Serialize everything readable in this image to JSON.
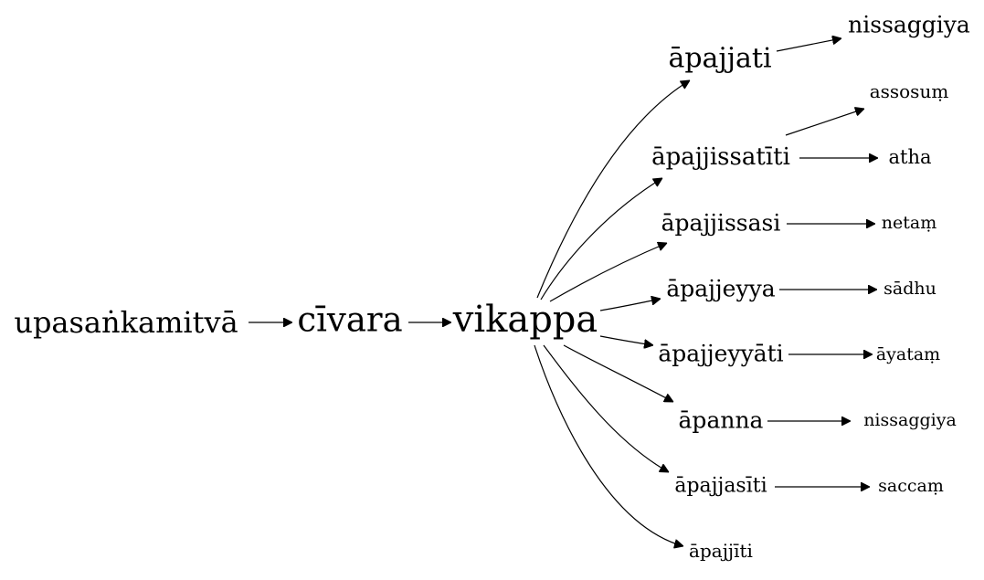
{
  "nodes": {
    "upasankamitva": "upasaṅkamitvā",
    "civara": "cīvara",
    "vikappa": "vikappa",
    "apajjati": "āpajjati",
    "apajjissatiti": "āpajjissatīti",
    "apajjissasi": "āpajjissasi",
    "apajjeyya": "āpajjeyya",
    "apajjeyyati": "āpajjeyyāti",
    "apanna": "āpanna",
    "apajjasiti": "āpajjasīti",
    "apajjiti": "āpajjīti",
    "nissaggiya_1": "nissaggiya",
    "assosum": "assosuṃ",
    "atha": "atha",
    "netam": "netaṃ",
    "sadhu": "sādhu",
    "ayatam": "āyataṃ",
    "nissaggiya_2": "nissaggiya",
    "saccam": "saccaṃ"
  },
  "edges": [
    [
      "upasankamitva",
      "civara"
    ],
    [
      "civara",
      "vikappa"
    ],
    [
      "vikappa",
      "apajjati"
    ],
    [
      "vikappa",
      "apajjissatiti"
    ],
    [
      "vikappa",
      "apajjissasi"
    ],
    [
      "vikappa",
      "apajjeyya"
    ],
    [
      "vikappa",
      "apajjeyyati"
    ],
    [
      "vikappa",
      "apanna"
    ],
    [
      "vikappa",
      "apajjasiti"
    ],
    [
      "vikappa",
      "apajjiti"
    ],
    [
      "apajjati",
      "nissaggiya_1"
    ],
    [
      "apajjissatiti",
      "assosum"
    ],
    [
      "apajjissatiti",
      "atha"
    ],
    [
      "apajjissasi",
      "netam"
    ],
    [
      "apajjeyya",
      "sadhu"
    ],
    [
      "apajjeyyati",
      "ayatam"
    ],
    [
      "apanna",
      "nissaggiya_2"
    ],
    [
      "apajjasiti",
      "saccam"
    ]
  ]
}
